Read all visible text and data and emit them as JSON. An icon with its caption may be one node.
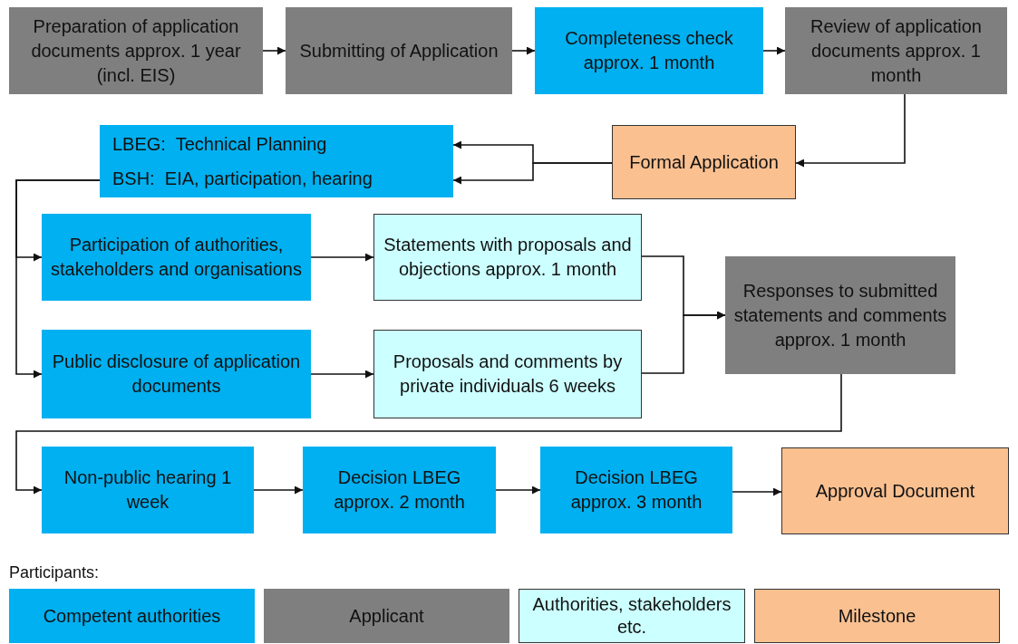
{
  "diagram": {
    "nodes": [
      {
        "text": [
          "Preparation of application documents approx. 1 year (incl. EIS)"
        ]
      },
      {
        "text": [
          "Submitting of Application"
        ]
      },
      {
        "text": [
          "Completeness check approx. 1 month"
        ]
      },
      {
        "text": [
          "Review of application documents approx. 1 month"
        ]
      },
      {
        "text": [
          "LBEG:  Technical Planning",
          "BSH:  EIA, participation, hearing"
        ]
      },
      {
        "text": [
          "Formal Application"
        ]
      },
      {
        "text": [
          "Participation of authorities, stakeholders and organisations"
        ]
      },
      {
        "text": [
          "Statements with proposals and objections approx. 1 month"
        ]
      },
      {
        "text": [
          "Responses to submitted statements and comments approx. 1 month"
        ]
      },
      {
        "text": [
          "Public disclosure of application documents"
        ]
      },
      {
        "text": [
          "Proposals and comments by private individuals 6 weeks"
        ]
      },
      {
        "text": [
          "Non-public hearing 1 week"
        ]
      },
      {
        "text": [
          "Decision LBEG approx. 2 month"
        ]
      },
      {
        "text": [
          "Decision LBEG approx. 3 month"
        ]
      },
      {
        "text": [
          "Approval Document"
        ]
      }
    ],
    "edges": [
      {
        "from": 0,
        "to": 1,
        "arrow": "to"
      },
      {
        "from": 1,
        "to": 2,
        "arrow": "to"
      },
      {
        "from": 2,
        "to": 3,
        "arrow": "to"
      },
      {
        "from": 3,
        "to": 5,
        "arrow": "to"
      },
      {
        "from": 5,
        "to": 4,
        "arrow": "to"
      },
      {
        "from": 5,
        "to": 4,
        "arrow": "to"
      },
      {
        "from": 4,
        "to": 6,
        "arrow": "to"
      },
      {
        "from": 4,
        "to": 9,
        "arrow": "to"
      },
      {
        "from": 6,
        "to": 7,
        "arrow": "to"
      },
      {
        "from": 9,
        "to": 10,
        "arrow": "to"
      },
      {
        "from": 7,
        "to": 8,
        "arrow": "to"
      },
      {
        "from": 10,
        "to": 8,
        "arrow": "to"
      },
      {
        "from": 8,
        "to": 11,
        "arrow": "to"
      },
      {
        "from": 11,
        "to": 12,
        "arrow": "to"
      },
      {
        "from": 12,
        "to": 13,
        "arrow": "to"
      },
      {
        "from": 13,
        "to": 14,
        "arrow": "to"
      }
    ],
    "labels": [
      "Participants:"
    ],
    "legend": [
      {
        "text": "Competent authorities",
        "color": "#00b0f0"
      },
      {
        "text": "Applicant",
        "color": "#7f7f7f"
      },
      {
        "text": "Authorities, stakeholders etc.",
        "color": "#ccffff"
      },
      {
        "text": "Milestone",
        "color": "#fac090"
      }
    ]
  }
}
